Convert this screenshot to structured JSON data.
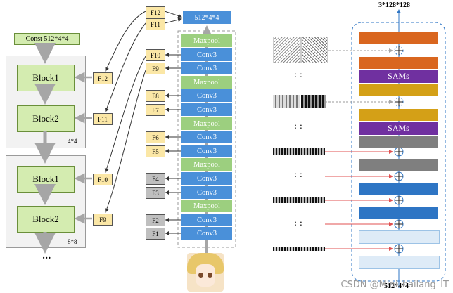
{
  "left": {
    "const_label": "Const 512*4*4",
    "group1": {
      "blocks": [
        "Block1",
        "Block2"
      ],
      "size_label": "4*4",
      "tags": [
        "F12",
        "F11"
      ]
    },
    "group2": {
      "blocks": [
        "Block1",
        "Block2"
      ],
      "size_label": "8*8",
      "tags": [
        "F10",
        "F9"
      ]
    },
    "ellipsis": "..."
  },
  "encoder": {
    "top_box": "512*4*4",
    "top_tags": [
      "F12",
      "F11"
    ],
    "layers": [
      {
        "label": "Maxpool",
        "kind": "pool"
      },
      {
        "label": "Conv3",
        "kind": "conv",
        "tag": "F10"
      },
      {
        "label": "Conv3",
        "kind": "conv",
        "tag": "F9"
      },
      {
        "label": "Maxpool",
        "kind": "pool"
      },
      {
        "label": "Conv3",
        "kind": "conv",
        "tag": "F8"
      },
      {
        "label": "Conv3",
        "kind": "conv",
        "tag": "F7"
      },
      {
        "label": "Maxpool",
        "kind": "pool"
      },
      {
        "label": "Conv3",
        "kind": "conv",
        "tag": "F6"
      },
      {
        "label": "Conv3",
        "kind": "conv",
        "tag": "F5"
      },
      {
        "label": "Maxpool",
        "kind": "pool"
      },
      {
        "label": "Conv3",
        "kind": "conv",
        "tag": "F4"
      },
      {
        "label": "Conv3",
        "kind": "conv",
        "tag": "F3"
      },
      {
        "label": "Maxpool",
        "kind": "pool"
      },
      {
        "label": "Conv3",
        "kind": "conv",
        "tag": "F2"
      },
      {
        "label": "Conv3",
        "kind": "conv",
        "tag": "F1"
      }
    ]
  },
  "right": {
    "top_label": "3*128*128",
    "bottom_label": "512*4*4",
    "sam_label": "SAMs",
    "ellipsis": ": :",
    "colors": {
      "orange": "#d9661f",
      "purple": "#7030a0",
      "gold": "#d4a017",
      "gray": "#7f7f7f",
      "blue": "#2e75c4",
      "light": "#deebf7"
    }
  },
  "watermark": "CSDN @Mini_hailang_IT"
}
